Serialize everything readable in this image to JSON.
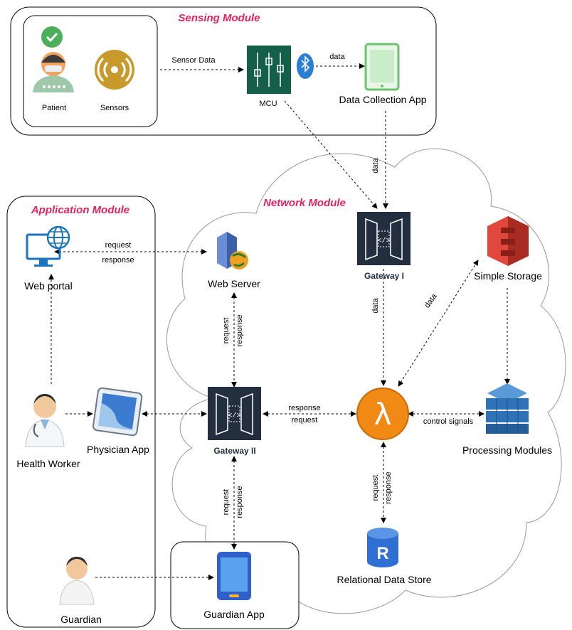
{
  "modules": {
    "sensing": "Sensing Module",
    "network": "Network Module",
    "application": "Application Module"
  },
  "nodes": {
    "patient": "Patient",
    "sensors": "Sensors",
    "mcu": "MCU",
    "data_collection_app": "Data Collection App",
    "web_portal": "Web portal",
    "web_server": "Web Server",
    "gateway_1": "Gateway I",
    "gateway_2": "Gateway II",
    "simple_storage": "Simple Storage",
    "processing_modules": "Processing Modules",
    "relational_data_store": "Relational Data Store",
    "health_worker": "Health Worker",
    "physician_app": "Physician App",
    "guardian": "Guardian",
    "guardian_app": "Guardian App"
  },
  "edge_labels": {
    "sensor_data": "Sensor Data",
    "data": "data",
    "request": "request",
    "response": "response",
    "control_signals": "control signals"
  },
  "colors": {
    "module_title": "#e0245e",
    "aws_dark": "#232f3e",
    "mcu_green": "#155e4a",
    "lambda_orange": "#f08a14",
    "storage_red": "#c7362b",
    "processing_blue": "#2e73b8",
    "rds_blue": "#2f6fd4",
    "sensor_gold": "#c79a2b",
    "tablet_green": "#6cc36c",
    "web_blue": "#1b75bc"
  },
  "icons": {
    "patient": "patient-icon",
    "sensors": "sensor-icon",
    "mcu": "mcu-icon",
    "bluetooth": "bluetooth-icon",
    "tablet": "tablet-icon",
    "web_portal": "web-portal-icon",
    "web_server": "web-server-icon",
    "gateway": "api-gateway-icon",
    "storage": "s3-storage-icon",
    "processing": "processing-icon",
    "lambda": "lambda-icon",
    "rds": "rds-icon",
    "health_worker": "doctor-icon",
    "physician_app": "physician-tablet-icon",
    "guardian": "guardian-icon",
    "guardian_app": "phone-icon"
  }
}
